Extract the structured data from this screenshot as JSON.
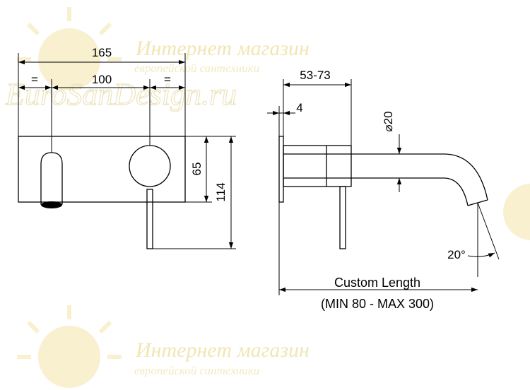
{
  "watermark": {
    "line1": "Интернет магазин",
    "line2": "европейской сантехники",
    "logo": "EuroSanDesign.ru",
    "colors": {
      "sun": "#f7eecb",
      "text": "#f1e6b4"
    }
  },
  "front_view": {
    "overall_width": "165",
    "spacing": "100",
    "equal_left": "=",
    "equal_right": "=",
    "plate_height": "65",
    "total_height": "114"
  },
  "side_view": {
    "projection": "53-73",
    "plate_thickness": "4",
    "spout_diameter": "20",
    "diameter_symbol": "⌀",
    "spout_angle": "20°",
    "length_label": "Custom Length",
    "length_range": "(MIN 80 - MAX 300)"
  }
}
